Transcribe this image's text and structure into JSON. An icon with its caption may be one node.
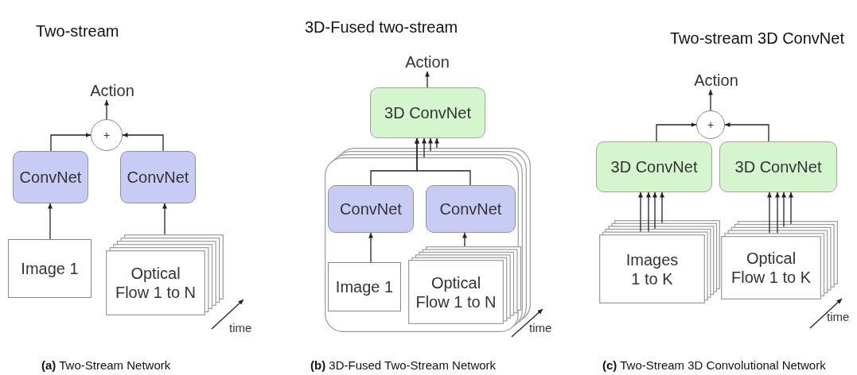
{
  "diagram": {
    "nodes": [
      {
        "text": [
          "Action"
        ]
      },
      {
        "text": [
          "+"
        ]
      },
      {
        "text": [
          "ConvNet"
        ]
      },
      {
        "text": [
          "ConvNet"
        ]
      },
      {
        "text": [
          "Image 1"
        ]
      },
      {
        "text": [
          "Optical Flow 1 to N"
        ]
      },
      {
        "text": [
          "Action"
        ]
      },
      {
        "text": [
          "3D ConvNet"
        ]
      },
      {
        "text": [],
        "shape": "box"
      },
      {
        "text": [
          "ConvNet"
        ],
        "in": 8
      },
      {
        "text": [
          "ConvNet"
        ],
        "in": 8
      },
      {
        "text": [
          "Image 1"
        ],
        "in": 8
      },
      {
        "text": [
          "Optical Flow 1 to N"
        ],
        "in": 8
      },
      {
        "text": [
          "Action"
        ]
      },
      {
        "text": [
          "+"
        ]
      },
      {
        "text": [
          "3D ConvNet"
        ]
      },
      {
        "text": [
          "3D ConvNet"
        ]
      },
      {
        "text": [
          "Images 1 to K"
        ]
      },
      {
        "text": [
          "Optical Flow 1 to K"
        ]
      }
    ],
    "edges": [
      {
        "from": 1,
        "to": 0,
        "arrow": "to"
      },
      {
        "from": 2,
        "to": 1,
        "arrow": "to"
      },
      {
        "from": 3,
        "to": 1,
        "arrow": "to"
      },
      {
        "from": 4,
        "to": 2,
        "arrow": "to"
      },
      {
        "from": 5,
        "to": 3,
        "arrow": "to"
      },
      {
        "from": 7,
        "to": 6,
        "arrow": "to"
      },
      {
        "from": 9,
        "to": 7,
        "arrow": "to"
      },
      {
        "from": 10,
        "to": 7,
        "arrow": "to"
      },
      {
        "from": 8,
        "to": 7,
        "arrow": "to"
      },
      {
        "from": 8,
        "to": 7,
        "arrow": "to"
      },
      {
        "from": 8,
        "to": 7,
        "arrow": "to"
      },
      {
        "from": 11,
        "to": 9,
        "arrow": "to"
      },
      {
        "from": 12,
        "to": 10,
        "arrow": "to"
      },
      {
        "from": 14,
        "to": 13,
        "arrow": "to"
      },
      {
        "from": 15,
        "to": 14,
        "arrow": "to"
      },
      {
        "from": 16,
        "to": 14,
        "arrow": "to"
      },
      {
        "from": 17,
        "to": 15,
        "arrow": "to"
      },
      {
        "from": 17,
        "to": 15,
        "arrow": "to"
      },
      {
        "from": 17,
        "to": 15,
        "arrow": "to"
      },
      {
        "from": 17,
        "to": 15,
        "arrow": "to"
      },
      {
        "from": 18,
        "to": 16,
        "arrow": "to"
      },
      {
        "from": 18,
        "to": 16,
        "arrow": "to"
      },
      {
        "from": 18,
        "to": 16,
        "arrow": "to"
      },
      {
        "from": 18,
        "to": 16,
        "arrow": "to"
      }
    ],
    "labels": [
      "Two-stream",
      "3D-Fused two-stream",
      "Two-stream 3D ConvNet",
      "time",
      "time",
      "time",
      "**(a)** Two-Stream Network",
      "**(b)** 3D-Fused Two-Stream Network",
      "**(c)** Two-Stream 3D Convolutional Network"
    ]
  }
}
